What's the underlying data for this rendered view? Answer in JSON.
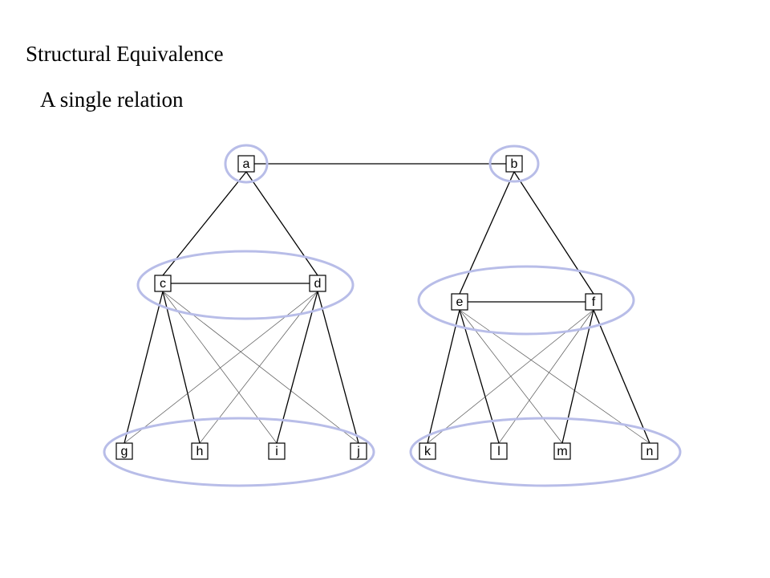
{
  "slide": {
    "title": "Structural Equivalence",
    "subtitle": "A single relation"
  },
  "colors": {
    "group_outline": "#b8bde8",
    "edge_heavy": "#000000",
    "edge_light": "#555555",
    "node_border": "#000000",
    "node_fill": "#ffffff"
  },
  "graph": {
    "nodes": [
      "a",
      "b",
      "c",
      "d",
      "e",
      "f",
      "g",
      "h",
      "i",
      "j",
      "k",
      "l",
      "m",
      "n"
    ],
    "edges": [
      [
        "a",
        "b"
      ],
      [
        "a",
        "c"
      ],
      [
        "a",
        "d"
      ],
      [
        "b",
        "e"
      ],
      [
        "b",
        "f"
      ],
      [
        "c",
        "d"
      ],
      [
        "e",
        "f"
      ],
      [
        "c",
        "g"
      ],
      [
        "c",
        "h"
      ],
      [
        "c",
        "i"
      ],
      [
        "c",
        "j"
      ],
      [
        "d",
        "g"
      ],
      [
        "d",
        "h"
      ],
      [
        "d",
        "i"
      ],
      [
        "d",
        "j"
      ],
      [
        "e",
        "k"
      ],
      [
        "e",
        "l"
      ],
      [
        "e",
        "m"
      ],
      [
        "e",
        "n"
      ],
      [
        "f",
        "k"
      ],
      [
        "f",
        "l"
      ],
      [
        "f",
        "m"
      ],
      [
        "f",
        "n"
      ]
    ],
    "equivalence_classes": [
      [
        "a"
      ],
      [
        "b"
      ],
      [
        "c",
        "d"
      ],
      [
        "e",
        "f"
      ],
      [
        "g",
        "h",
        "i",
        "j"
      ],
      [
        "k",
        "l",
        "m",
        "n"
      ]
    ]
  }
}
